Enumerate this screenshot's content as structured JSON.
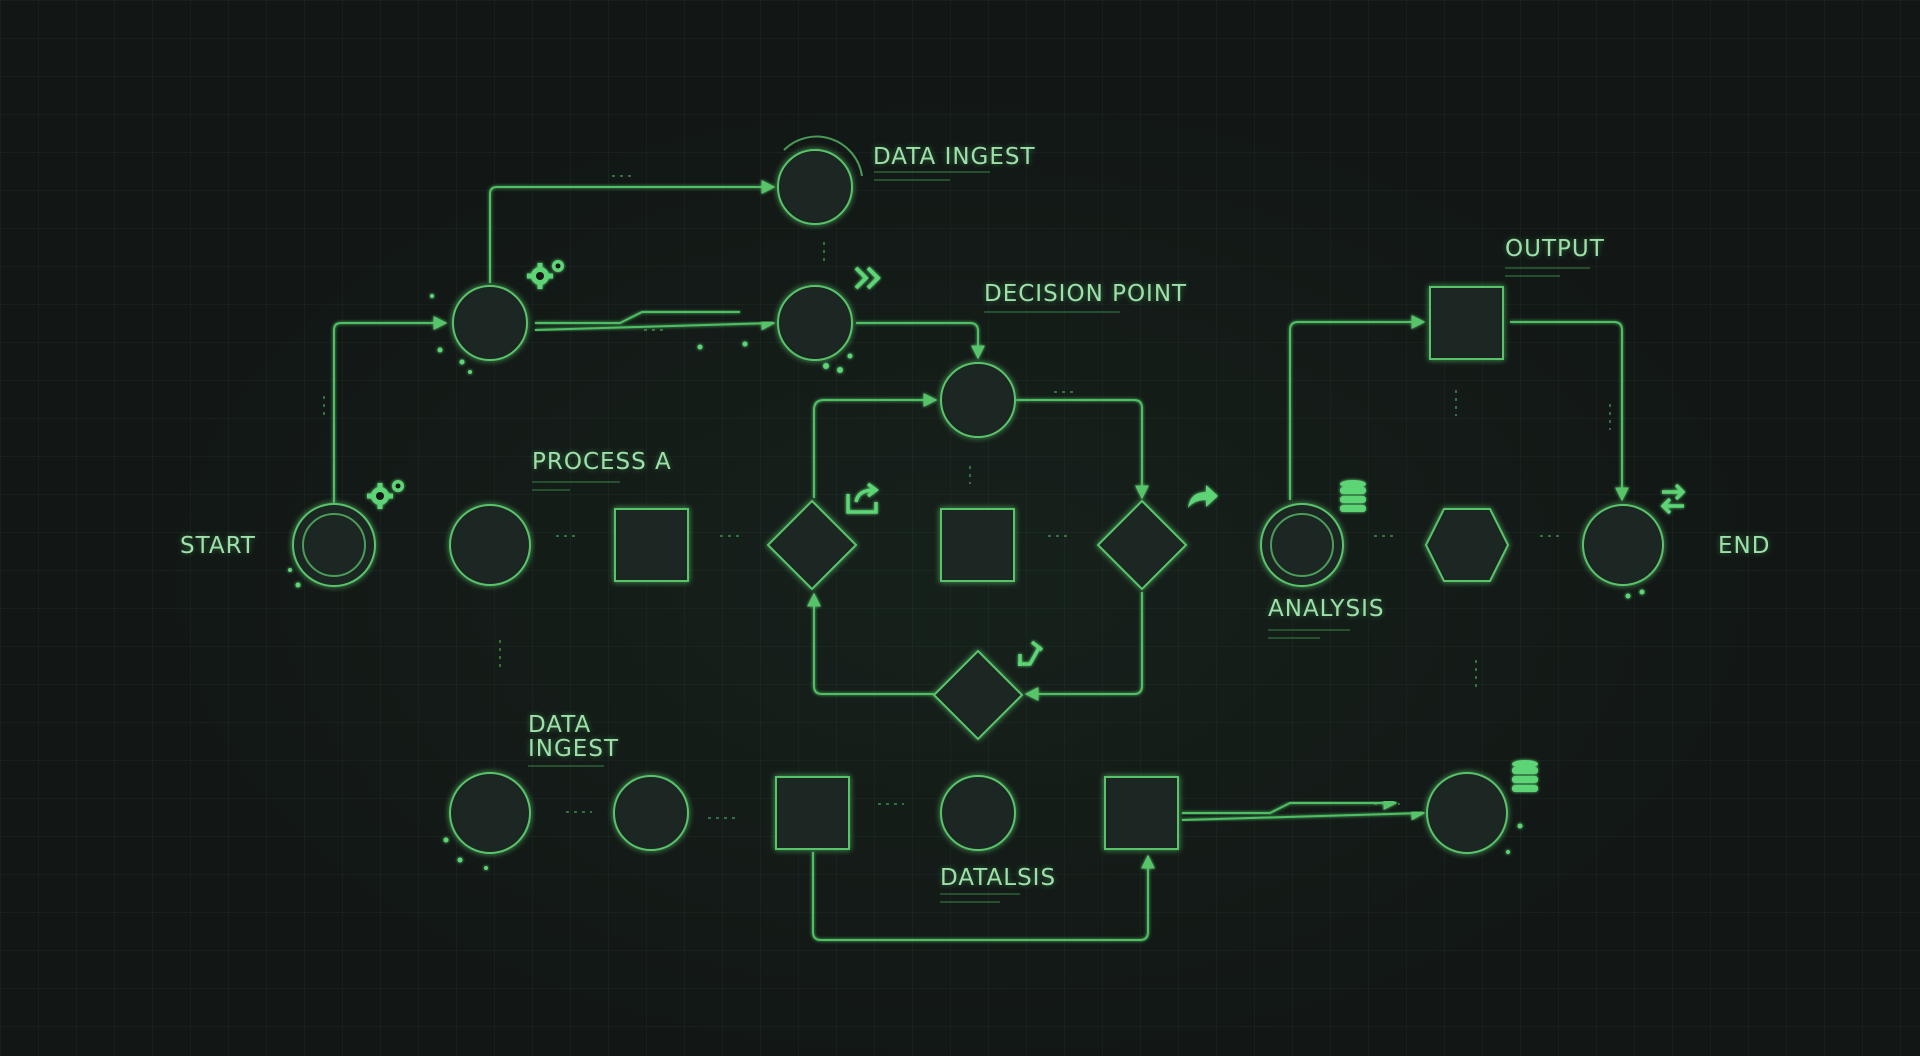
{
  "labels": {
    "start": "START",
    "end": "END",
    "data_ingest_top": "DATA INGEST",
    "decision_point": "DECISION POINT",
    "output": "OUTPUT",
    "process_a": "PROCESS A",
    "analysis": "ANALYSIS",
    "data_ingest_bottom_line1": "DATA",
    "data_ingest_bottom_line2": "INGEST",
    "datalsis": "DATALSIS"
  },
  "colors": {
    "background": "#121715",
    "accent": "#59c46b",
    "label": "#9fe0aa",
    "node_fill": "#1f2623"
  },
  "icons": [
    "gear-icon",
    "double-chevron-icon",
    "share-icon",
    "redo-arrow-icon",
    "database-icon",
    "swap-icon",
    "tool-icon"
  ]
}
